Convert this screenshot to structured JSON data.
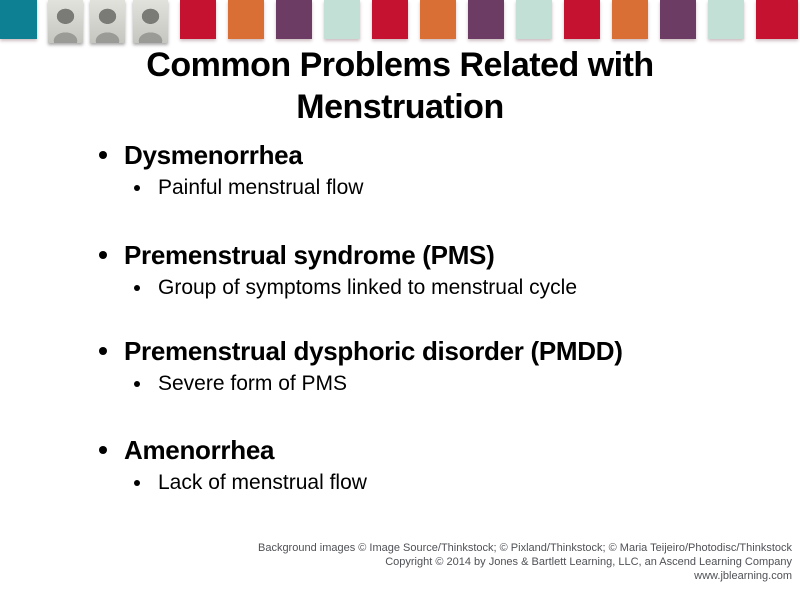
{
  "slide_title": {
    "line1": "Common Problems Related with",
    "line2": "Menstruation"
  },
  "bullets": [
    {
      "label": "Dysmenorrhea",
      "sub_label": "Painful menstrual flow"
    },
    {
      "label": "Premenstrual syndrome (PMS)",
      "sub_label": "Group of symptoms linked to menstrual cycle"
    },
    {
      "label": "Premenstrual dysphoric disorder (PMDD)",
      "sub_label": "Severe form of PMS"
    },
    {
      "label": "Amenorrhea",
      "sub_label": "Lack of menstrual flow"
    }
  ],
  "banner": {
    "colors": {
      "teal": "#0e8094",
      "red": "#c41230",
      "orange": "#d96f35",
      "purple": "#6d3c64",
      "mint": "#c3e0d6"
    },
    "photos": [
      "baby-portrait",
      "elderly-woman-portrait",
      "young-woman-portrait"
    ]
  },
  "footer": {
    "line1": "Background images © Image Source/Thinkstock; © Pixland/Thinkstock; © Maria Teijeiro/Photodisc/Thinkstock",
    "line2": "Copyright © 2014 by Jones & Bartlett Learning, LLC, an Ascend Learning Company",
    "line3": "www.jblearning.com"
  }
}
